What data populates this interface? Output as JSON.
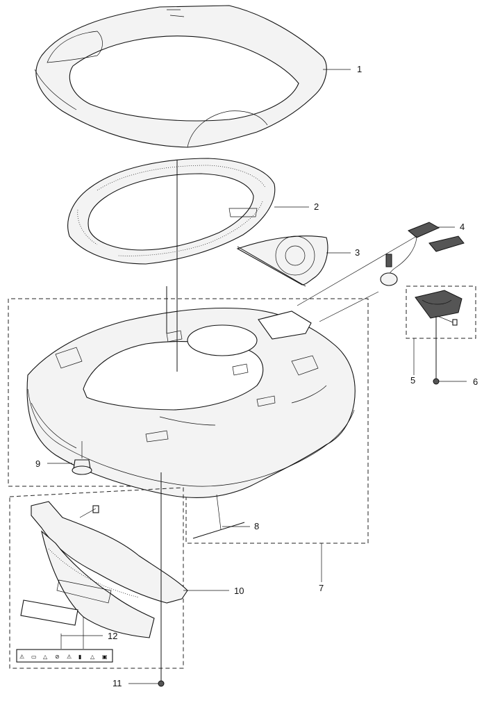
{
  "diagram": {
    "callouts": [
      {
        "id": "1",
        "label": "1"
      },
      {
        "id": "2",
        "label": "2"
      },
      {
        "id": "3",
        "label": "3"
      },
      {
        "id": "4",
        "label": "4"
      },
      {
        "id": "5",
        "label": "5"
      },
      {
        "id": "6",
        "label": "6"
      },
      {
        "id": "7",
        "label": "7"
      },
      {
        "id": "8",
        "label": "8"
      },
      {
        "id": "9",
        "label": "9"
      },
      {
        "id": "10",
        "label": "10"
      },
      {
        "id": "11",
        "label": "11"
      },
      {
        "id": "12",
        "label": "12"
      }
    ],
    "warning_icons": [
      "warning-triangle-icon",
      "manual-book-icon",
      "blade-hazard-icon",
      "hand-hazard-icon",
      "warning-triangle-icon",
      "foot-hazard-icon",
      "blade-hazard-icon",
      "no-ride-icon"
    ]
  }
}
